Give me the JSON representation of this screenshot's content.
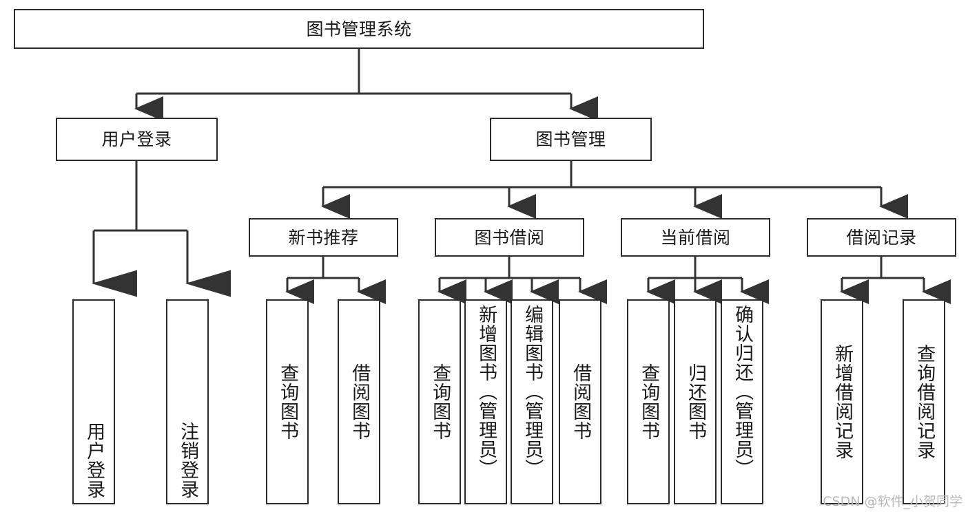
{
  "diagram": {
    "title": "图书管理系统",
    "type": "tree",
    "watermark": "CSDN @软件_小贺同学",
    "colors": {
      "box_border": "#2b2b2b",
      "box_fill": "#ffffff",
      "connector": "#333333",
      "text": "#1a1a1a",
      "watermark": "#b9b9b9",
      "background": "#ffffff"
    },
    "root": {
      "label": "图书管理系统"
    },
    "level2": [
      {
        "label": "用户登录"
      },
      {
        "label": "图书管理"
      }
    ],
    "level3": [
      {
        "label": "新书推荐"
      },
      {
        "label": "图书借阅"
      },
      {
        "label": "当前借阅"
      },
      {
        "label": "借阅记录"
      }
    ],
    "leaves": {
      "user_login": [
        {
          "label": "用户登录"
        },
        {
          "label": "注销登录"
        }
      ],
      "new_book_recommend": [
        {
          "label": "查询图书"
        },
        {
          "label": "借阅图书"
        }
      ],
      "book_borrow": [
        {
          "label": "查询图书"
        },
        {
          "label": "新增图书（管理员）"
        },
        {
          "label": "编辑图书（管理员）"
        },
        {
          "label": "借阅图书"
        }
      ],
      "current_borrow": [
        {
          "label": "查询图书"
        },
        {
          "label": "归还图书"
        },
        {
          "label": "确认归还（管理员）"
        }
      ],
      "borrow_records": [
        {
          "label": "新增借阅记录"
        },
        {
          "label": "查询借阅记录"
        }
      ]
    }
  }
}
